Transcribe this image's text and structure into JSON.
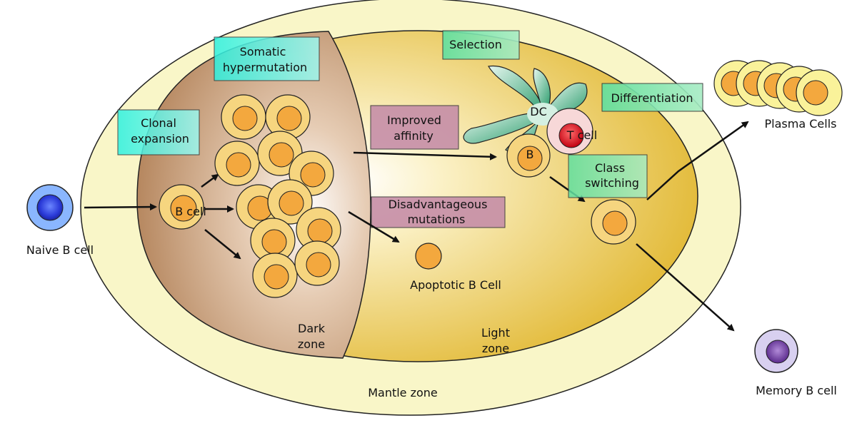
{
  "labels": {
    "naive_b_cell": "Naive B cell",
    "b_cell": "B cell",
    "dark_zone_line1": "Dark",
    "dark_zone_line2": "zone",
    "light_zone_line1": "Light",
    "light_zone_line2": "zone",
    "mantle_zone": "Mantle zone",
    "apoptotic_b_cell": "Apoptotic B Cell",
    "dc": "DC",
    "t_cell": "T cell",
    "b": "B",
    "plasma_cells": "Plasma Cells",
    "memory_b_cell": "Memory B cell"
  },
  "boxes": {
    "clonal_expansion": [
      "Clonal",
      "expansion"
    ],
    "somatic_hypermutation": [
      "Somatic",
      "hypermutation"
    ],
    "improved_affinity": [
      "Improved",
      "affinity"
    ],
    "disadvantageous_mutations": [
      "Disadvantageous",
      "mutations"
    ],
    "selection": [
      "Selection"
    ],
    "differentiation": [
      "Differentiation"
    ],
    "class_switching": [
      "Class",
      "switching"
    ]
  },
  "colors": {
    "mantle_fill": "#f9f6c8",
    "light_zone": "#e7c240",
    "dark_zone": "#bb8a61",
    "cell_outer": "#f6d57f",
    "cell_inner": "#f3a83e",
    "naive_blue": "#3b4ce8",
    "memory_purple": "#7a4aa8",
    "t_cell_red": "#e8222a",
    "dc_green": "#3aa879",
    "cyan_box": "#5ff0e0",
    "green_box": "#7de0a4",
    "mauve_box": "#c98aa8"
  }
}
